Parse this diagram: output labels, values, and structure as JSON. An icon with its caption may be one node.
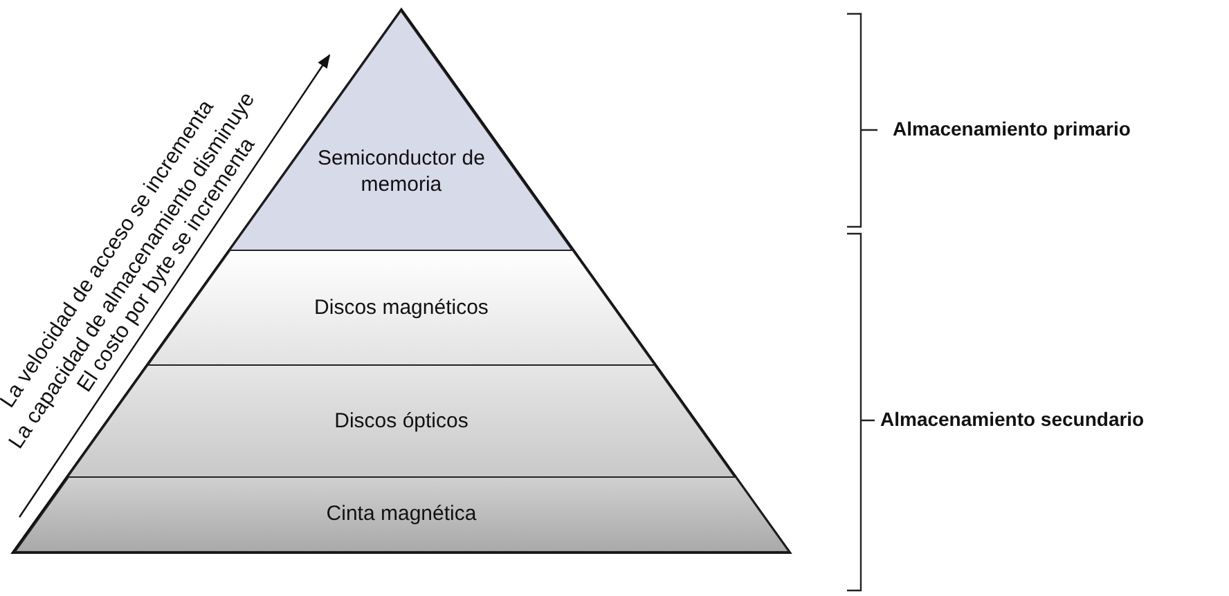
{
  "diagram": {
    "nodes": [
      {
        "text": [
          "Semiconductor de memoria"
        ]
      },
      {
        "text": [
          "Discos magnéticos"
        ]
      },
      {
        "text": [
          "Discos ópticos"
        ]
      },
      {
        "text": [
          "Cinta magnética"
        ]
      }
    ],
    "labels": [
      "La velocidad de acceso se incrementa",
      "La capacidad de almacenamiento disminuye",
      "El costo por byte se incrementa",
      "Almacenamiento primario",
      "Almacenamiento secundario"
    ]
  }
}
